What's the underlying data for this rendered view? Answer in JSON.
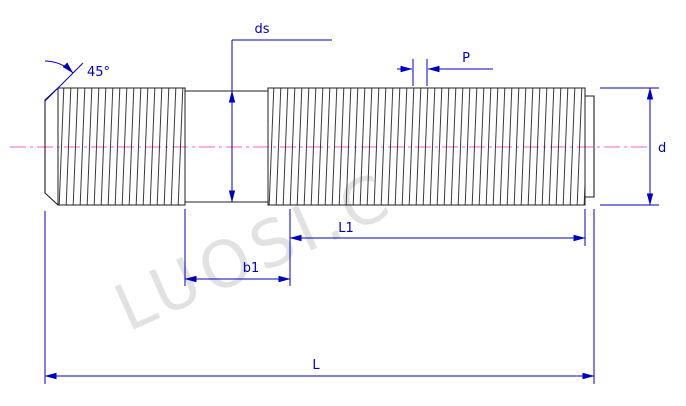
{
  "drawing": {
    "labels": {
      "shank_diameter": "ds",
      "pitch": "P",
      "chamfer_angle": "45°",
      "l1": "L1",
      "b1": "b1",
      "total_length": "L",
      "thread_diameter": "d"
    },
    "watermark": "LUOSI.C",
    "colors": {
      "dimension": "#0000bf",
      "outline": "#1f1f1f",
      "centerline": "#ff5ccb",
      "watermark": "#dcdcdc"
    }
  }
}
